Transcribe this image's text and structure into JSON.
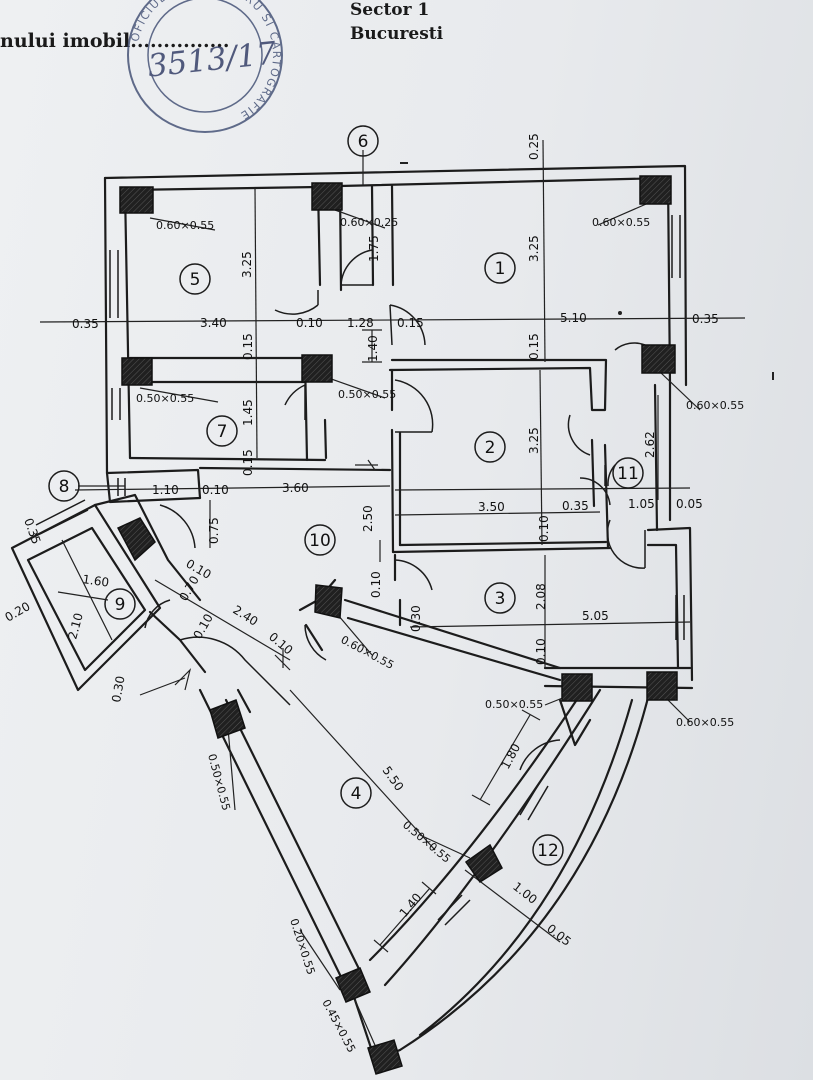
{
  "header": {
    "left_text": "nului imobil...............",
    "sector": "Sector 1",
    "city": "Bucuresti"
  },
  "stamp": {
    "number": "3513/17",
    "ring_text": "OFICIUL DE CADASTRU SI CARTOGRAFIE"
  },
  "rooms": {
    "r1": "1",
    "r2": "2",
    "r3": "3",
    "r4": "4",
    "r5": "5",
    "r6": "6",
    "r7": "7",
    "r8": "8",
    "r9": "9",
    "r10": "10",
    "r11": "11",
    "r12": "12"
  },
  "dims": {
    "d_0_25": "0.25",
    "d_3_25a": "3.25",
    "d_3_25b": "3.25",
    "d_3_25c": "3.25",
    "d_1_75": "1.75",
    "d_0_35a": "0.35",
    "d_3_40": "3.40",
    "d_0_10a": "0.10",
    "d_1_28": "1.28",
    "d_0_15a": "0.15",
    "d_5_10": "5.10",
    "d_0_35b": "0.35",
    "d_0_15b": "0.15",
    "d_1_40a": "1.40",
    "d_0_15c": "0.15",
    "d_1_45": "1.45",
    "d_0_15d": "0.15",
    "d_1_10": "1.10",
    "d_0_10b": "0.10",
    "d_3_60": "3.60",
    "d_2_50": "2.50",
    "d_3_50": "3.50",
    "d_0_35c": "0.35",
    "d_1_05": "1.05",
    "d_0_05a": "0.05",
    "d_2_62": "2.62",
    "d_0_10c": "0.10",
    "d_0_35d": "0.35",
    "d_0_75": "0.75",
    "d_1_60": "1.60",
    "d_0_20": "0.20",
    "d_2_10": "2.10",
    "d_0_30a": "0.30",
    "d_0_10d": "0.10",
    "d_0_70": "0.70",
    "d_0_10e": "0.10",
    "d_2_40": "2.40",
    "d_0_10f": "0.10",
    "d_0_10g": "0.10",
    "d_0_30b": "0.30",
    "d_2_08": "2.08",
    "d_5_05": "5.05",
    "d_0_10h": "0.10",
    "d_5_50": "5.50",
    "d_1_80": "1.80",
    "d_1_40b": "1.40",
    "d_1_00": "1.00",
    "d_0_05b": "0.05"
  },
  "columns": {
    "c1": "0.60×0.55",
    "c2": "0.60×0.25",
    "c3": "0.60×0.55",
    "c4": "0.50×0.55",
    "c5": "0.50×0.55",
    "c6": "0.60×0.55",
    "c7": "0.60×0.55",
    "c8": "0.50×0.55",
    "c9": "0.60×0.55",
    "c10": "0.50×0.55",
    "c11": "0.50×0.55",
    "c12": "0.20×0.55",
    "c13": "0.45×0.55"
  }
}
